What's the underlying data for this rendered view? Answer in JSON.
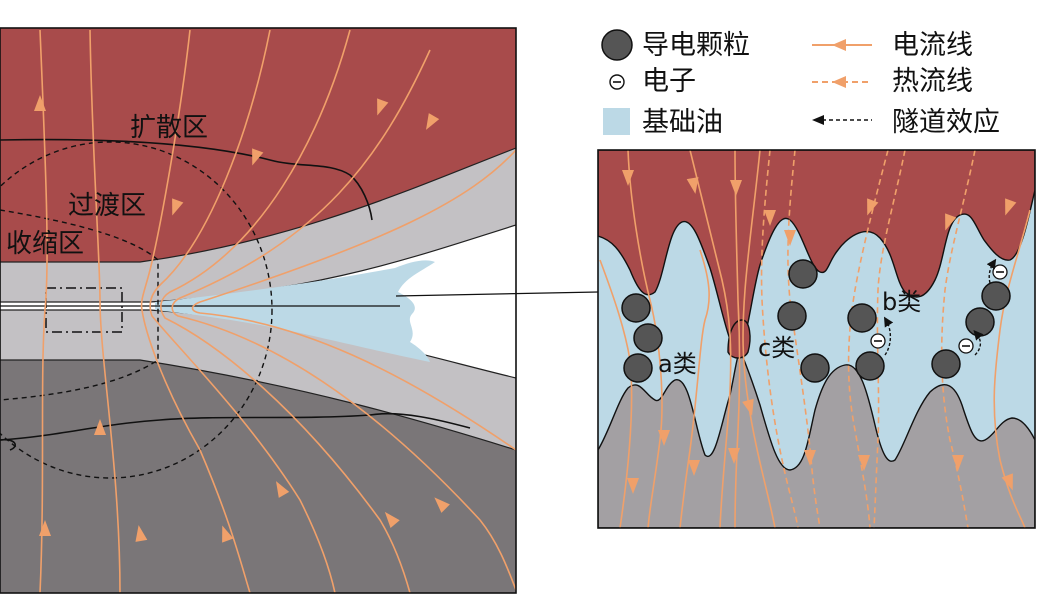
{
  "colors": {
    "upper_body": "#a84b4b",
    "lower_body": "#7a7678",
    "film": "#c3c1c4",
    "oil": "#bcd9e6",
    "particle": "#555555",
    "current_line": "#f0a06a",
    "heat_line": "#f0a06a",
    "tunnel_line": "#111111"
  },
  "left_panel": {
    "zones": {
      "diffusion": "扩散区",
      "transition": "过渡区",
      "contraction": "收缩区"
    }
  },
  "legend": {
    "particle": {
      "icon": "conductive-particle-icon",
      "label": "导电颗粒"
    },
    "electron": {
      "icon": "electron-icon",
      "symbol": "⊖",
      "label": "电子"
    },
    "oil": {
      "icon": "base-oil-swatch-icon",
      "label": "基础油"
    },
    "current": {
      "icon": "solid-arrow-line-icon",
      "label": "电流线"
    },
    "heat": {
      "icon": "dashed-arrow-line-icon",
      "label": "热流线"
    },
    "tunnel": {
      "icon": "dashed-black-arrow-icon",
      "label": "隧道效应"
    }
  },
  "right_panel": {
    "classes": {
      "a": "a类",
      "b": "b类",
      "c": "c类"
    }
  }
}
